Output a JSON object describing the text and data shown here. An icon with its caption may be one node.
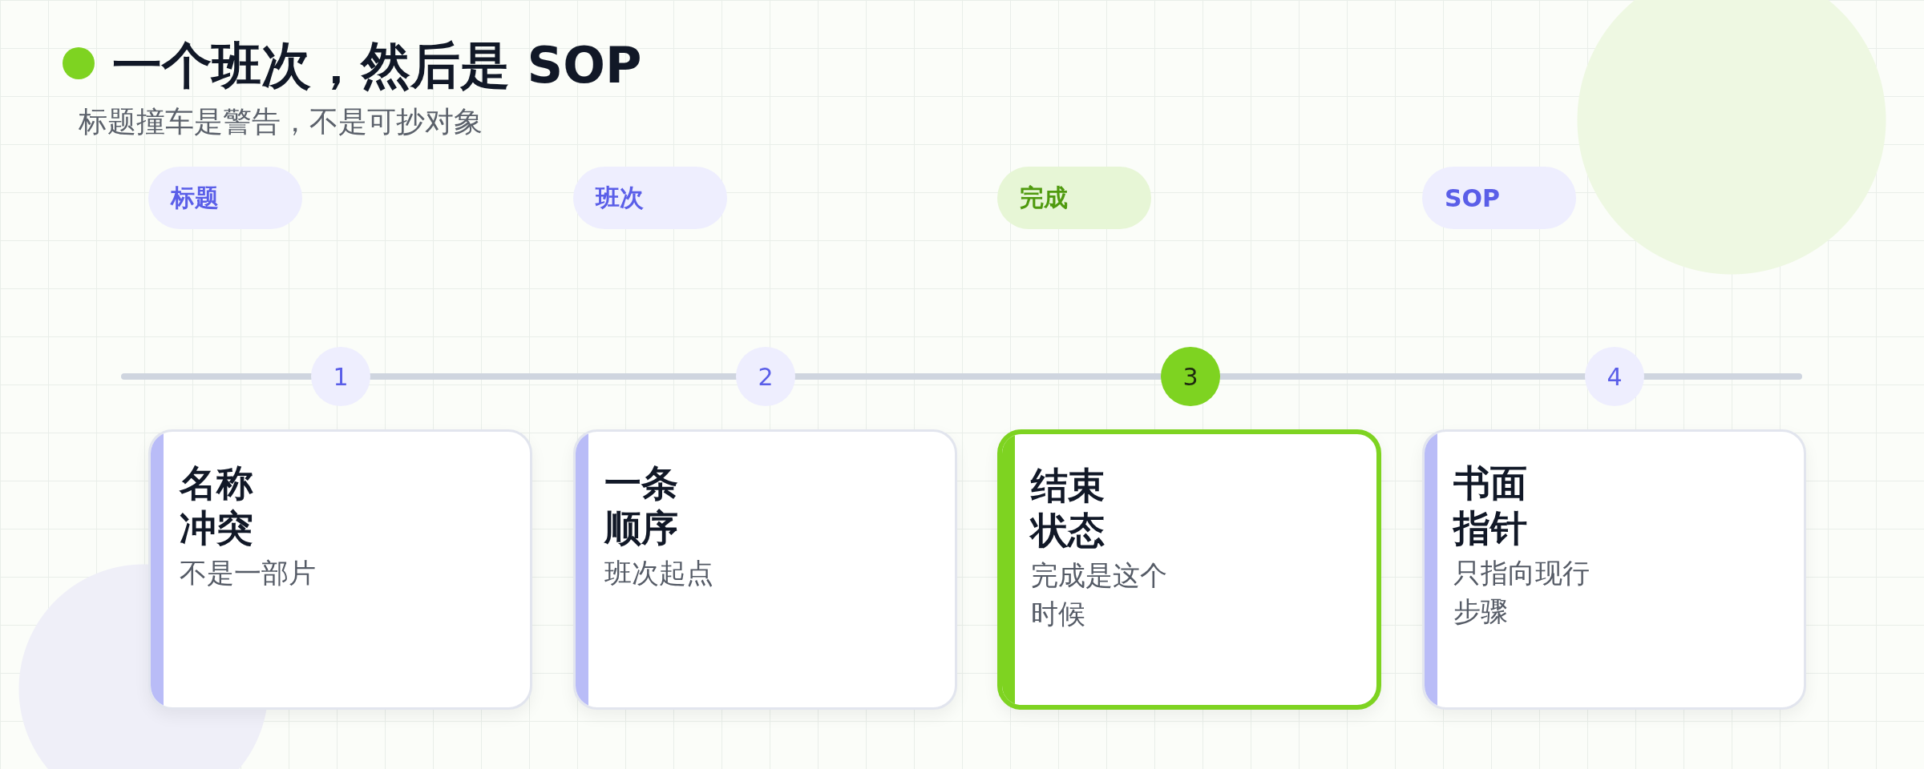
{
  "diagram": {
    "title": "一个班次，然后是 SOP",
    "nodes": [
      {
        "text": [
          "标题"
        ]
      },
      {
        "text": [
          "班次"
        ]
      },
      {
        "text": [
          "完成"
        ]
      },
      {
        "text": [
          "SOP"
        ]
      },
      {
        "text": [
          "1"
        ]
      },
      {
        "text": [
          "2"
        ]
      },
      {
        "text": [
          "3"
        ]
      },
      {
        "text": [
          "4"
        ]
      },
      {
        "text": [
          "名称冲突",
          "不是一部片"
        ]
      },
      {
        "text": [
          "一条顺序",
          "班次起点"
        ]
      },
      {
        "text": [
          "结束状态",
          "完成是这个时候"
        ]
      },
      {
        "text": [
          "书面指针",
          "只指向现行步骤"
        ]
      }
    ],
    "edges": [
      {
        "from": 4,
        "to": 5,
        "arrow": "none"
      },
      {
        "from": 5,
        "to": 6,
        "arrow": "none"
      },
      {
        "from": 6,
        "to": 7,
        "arrow": "none"
      }
    ],
    "labels": [
      "标题撞车是警告，不是可抄对象"
    ]
  }
}
